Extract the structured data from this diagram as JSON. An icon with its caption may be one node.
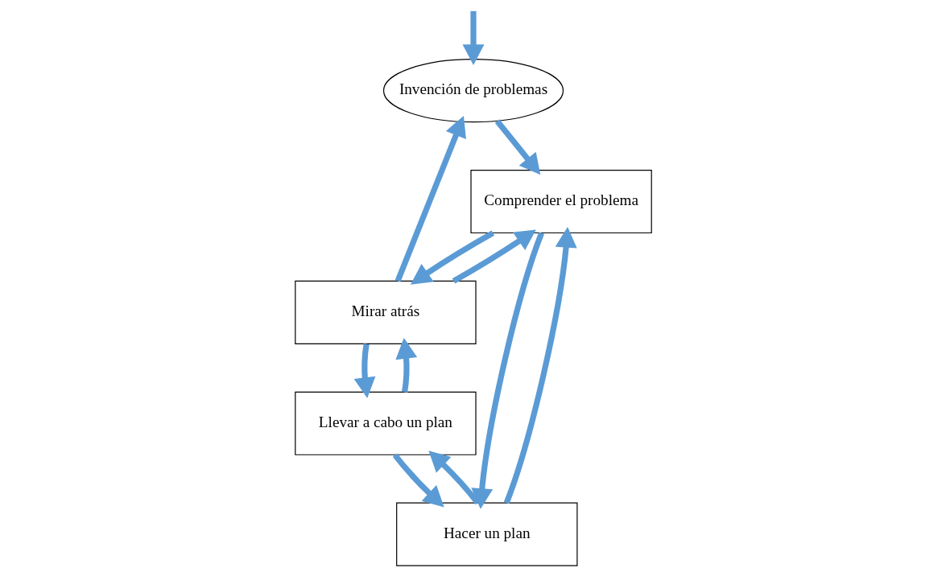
{
  "diagram": {
    "nodes": [
      {
        "text": [
          "Invención de problemas"
        ]
      },
      {
        "text": [
          "Comprender el problema"
        ]
      },
      {
        "text": [
          "Mirar atrás"
        ]
      },
      {
        "text": [
          "Hacer un plan"
        ]
      },
      {
        "text": [
          "Llevar a cabo un plan"
        ]
      }
    ],
    "edges": [
      {
        "from": null,
        "to": 0,
        "arrow": "to"
      },
      {
        "from": 0,
        "to": 1,
        "arrow": "to"
      },
      {
        "from": 2,
        "to": 0,
        "arrow": "to"
      },
      {
        "from": 2,
        "to": 1,
        "arrow": "to"
      },
      {
        "from": 1,
        "to": 2,
        "arrow": "to"
      },
      {
        "from": 1,
        "to": 3,
        "arrow": "to"
      },
      {
        "from": 3,
        "to": 1,
        "arrow": "to"
      },
      {
        "from": 2,
        "to": 4,
        "arrow": "to"
      },
      {
        "from": 4,
        "to": 2,
        "arrow": "to"
      },
      {
        "from": 3,
        "to": 4,
        "arrow": "to"
      },
      {
        "from": 4,
        "to": 3,
        "arrow": "to"
      }
    ]
  }
}
